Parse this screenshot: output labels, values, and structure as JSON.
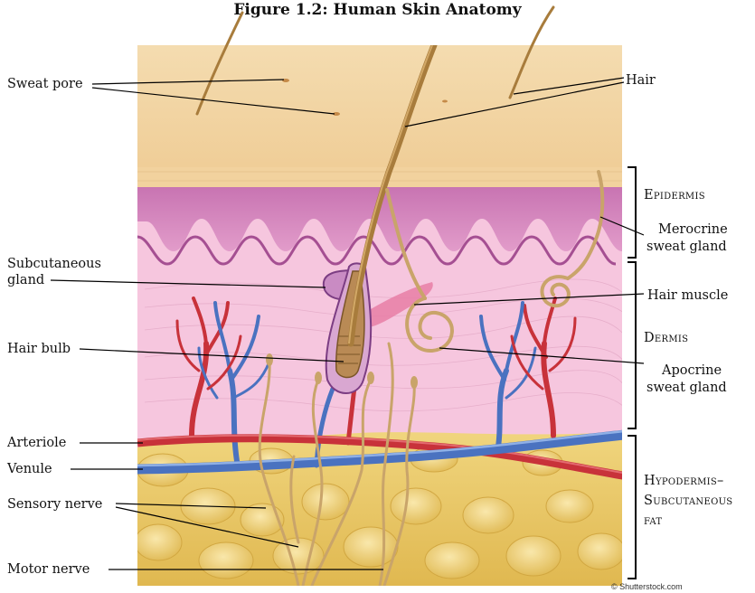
{
  "title": "Figure 1.2: Human Skin Anatomy",
  "left_labels": {
    "sweat_pore": "Sweat pore",
    "subcutaneous_gland_1": "Subcutaneous",
    "subcutaneous_gland_2": "gland",
    "hair_bulb": "Hair bulb",
    "arteriole": "Arteriole",
    "venule": "Venule",
    "sensory_nerve": "Sensory nerve",
    "motor_nerve": "Motor nerve"
  },
  "right_labels": {
    "hair": "Hair",
    "merocrine_1": "Merocrine",
    "merocrine_2": "sweat gland",
    "hair_muscle": "Hair muscle",
    "apocrine_1": "Apocrine",
    "apocrine_2": "sweat gland"
  },
  "layers": {
    "epidermis": "Epidermis",
    "dermis": "Dermis",
    "hypodermis_1": "Hypodermis–",
    "hypodermis_2": "Subcutaneous",
    "hypodermis_3": "fat"
  },
  "credit": "© Shutterstock.com",
  "colors": {
    "surface": "#f3d7a9",
    "epidermis": "#d986c0",
    "dermis": "#f6c6de",
    "fat": "#e9c766",
    "artery": "#c8323a",
    "vein": "#4a72c0",
    "hair": "#a87c3c",
    "nerve": "#c9a46a"
  }
}
